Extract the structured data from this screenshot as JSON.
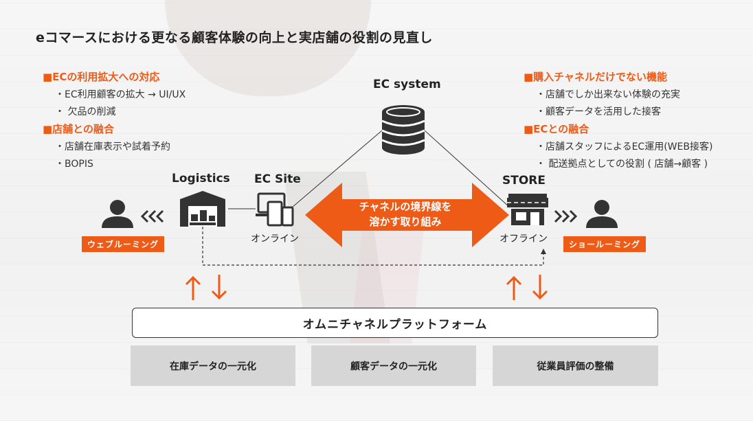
{
  "title": "eコマースにおける更なる顧客体験の向上と実店舗の役割の見直し",
  "left": {
    "section1": {
      "head": "■ECの利用拡大への対応",
      "items": [
        "・EC利用顧客の拡大 → UI/UX",
        "・ 欠品の削減"
      ]
    },
    "section2": {
      "head": "■店舗との融合",
      "items": [
        "・店舗在庫表示や試着予約",
        "・BOPIS"
      ]
    }
  },
  "right": {
    "section1": {
      "head": "■購入チャネルだけでない機能",
      "items": [
        "・店舗でしか出来ない体験の充実",
        "・顧客データを活用した接客"
      ]
    },
    "section2": {
      "head": "■ECとの融合",
      "items": [
        "・店舗スタッフによるEC運用(WEB接客)",
        "・ 配送拠点としての役割 ( 店舗→顧客 )"
      ]
    }
  },
  "nodes": {
    "ec_system": "EC system",
    "logistics": "Logistics",
    "ec_site": "EC Site",
    "online": "オンライン",
    "store": "STORE",
    "offline": "オフライン"
  },
  "tags": {
    "webrooming": "ウェブルーミング",
    "showrooming": "ショールーミング"
  },
  "center_arrow": {
    "line1": "チャネルの境界線を",
    "line2": "溶かす取り組み"
  },
  "platform": "オムニチャネルプラットフォーム",
  "boxes": [
    "在庫データの一元化",
    "顧客データの一元化",
    "従業員評価の整備"
  ],
  "colors": {
    "accent": "#ee5b17",
    "dark": "#222222",
    "box_gray": "#d6d6d6"
  },
  "icons": [
    "person-icon",
    "chevrons-left-icon",
    "warehouse-icon",
    "devices-icon",
    "database-icon",
    "store-icon",
    "chevrons-right-icon",
    "person-icon",
    "up-down-arrows-icon"
  ]
}
